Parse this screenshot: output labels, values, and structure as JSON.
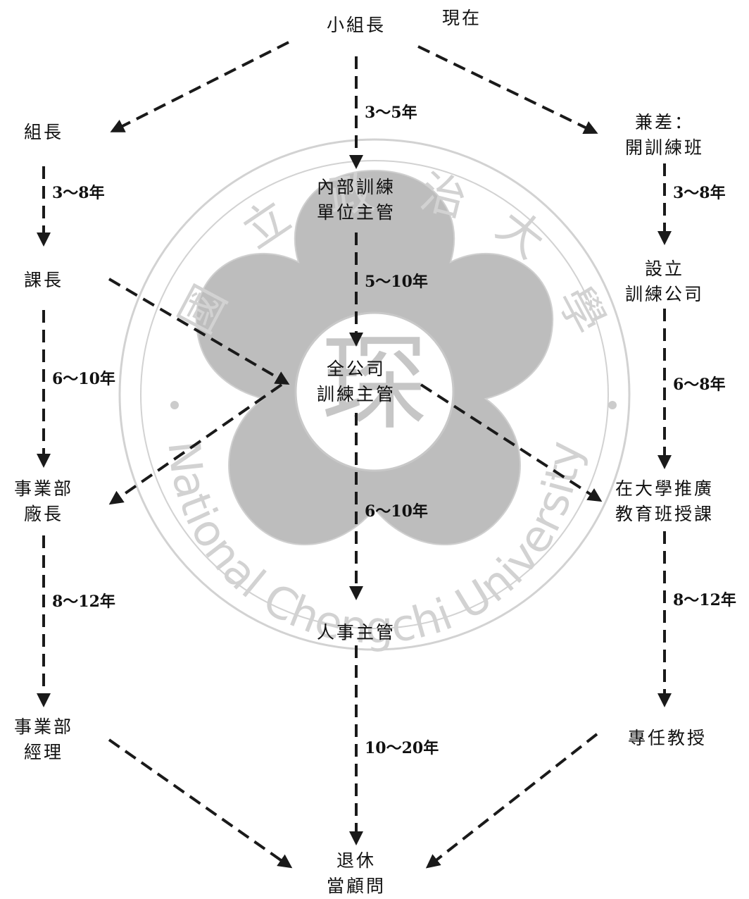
{
  "watermark": {
    "chinese_chars": [
      "國",
      "立",
      "政",
      "治",
      "大",
      "學"
    ],
    "seal_char": "琛",
    "english_text": "National Chengchi University",
    "color": "#d2d2d2",
    "fill_color": "#bdbdbd"
  },
  "diagram": {
    "nodes": {
      "top": {
        "lines": [
          "小組長"
        ]
      },
      "now_label": {
        "lines": [
          "現在"
        ]
      },
      "l1": {
        "lines": [
          "組長"
        ]
      },
      "l2": {
        "lines": [
          "課長"
        ]
      },
      "l3": {
        "lines": [
          "事業部",
          "廠長"
        ]
      },
      "l4": {
        "lines": [
          "事業部",
          "經理"
        ]
      },
      "c1": {
        "lines": [
          "內部訓練",
          "單位主管"
        ]
      },
      "c2": {
        "lines": [
          "全公司",
          "訓練主管"
        ]
      },
      "c3": {
        "lines": [
          "人事主管"
        ]
      },
      "bottom": {
        "lines": [
          "退休",
          "當顧問"
        ]
      },
      "r1": {
        "lines": [
          "兼差：",
          "開訓練班"
        ]
      },
      "r2": {
        "lines": [
          "設立",
          "訓練公司"
        ]
      },
      "r3": {
        "lines": [
          "在大學推廣",
          "教育班授課"
        ]
      },
      "r4": {
        "lines": [
          "專任教授"
        ]
      }
    },
    "durations": {
      "c_top_c1": "3～5年",
      "c1_c2": "5～10年",
      "c2_c3": "6～10年",
      "c3_bottom": "10～20年",
      "l1_l2": "3～8年",
      "l2_l3": "6～10年",
      "l3_l4": "8～12年",
      "r1_r2": "3～8年",
      "r2_r3": "6～8年",
      "r3_r4": "8～12年"
    },
    "line_color": "#1a1a1a"
  }
}
